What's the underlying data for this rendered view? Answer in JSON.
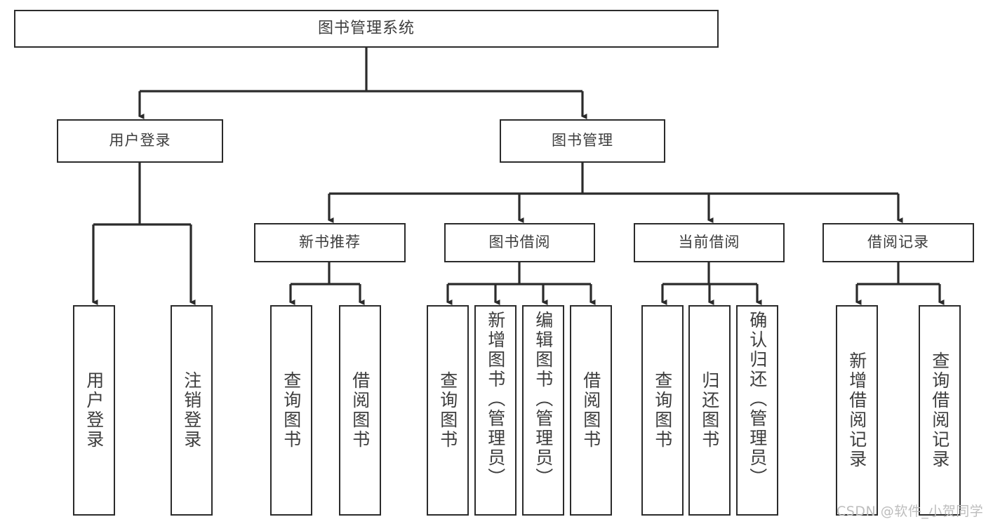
{
  "diagram": {
    "title": "图书管理系统",
    "type": "tree-hierarchy",
    "orientation": "top-down",
    "colors": {
      "box_border": "#2b2b2b",
      "box_fill": "#ffffff",
      "text": "#3d3d3d",
      "connector": "#2b2b2b",
      "watermark": "#bdbdbd",
      "background": "#ffffff"
    }
  },
  "root": {
    "label": "图书管理系统"
  },
  "level2": [
    {
      "label": "用户登录"
    },
    {
      "label": "图书管理"
    }
  ],
  "level3": [
    {
      "label": "新书推荐"
    },
    {
      "label": "图书借阅"
    },
    {
      "label": "当前借阅"
    },
    {
      "label": "借阅记录"
    }
  ],
  "leaves": {
    "user_login": [
      {
        "label": "用户登录"
      },
      {
        "label": "注销登录"
      }
    ],
    "new_book_recommend": [
      {
        "label": "查询图书"
      },
      {
        "label": "借阅图书"
      }
    ],
    "book_borrow": [
      {
        "label": "查询图书"
      },
      {
        "label": "新增图书（管理员）"
      },
      {
        "label": "编辑图书（管理员）"
      },
      {
        "label": "借阅图书"
      }
    ],
    "current_borrow": [
      {
        "label": "查询图书"
      },
      {
        "label": "归还图书"
      },
      {
        "label": "确认归还（管理员）"
      }
    ],
    "borrow_record": [
      {
        "label": "新增借阅记录"
      },
      {
        "label": "查询借阅记录"
      }
    ]
  },
  "watermark": {
    "text": "CSDN @软件_小贺同学"
  }
}
